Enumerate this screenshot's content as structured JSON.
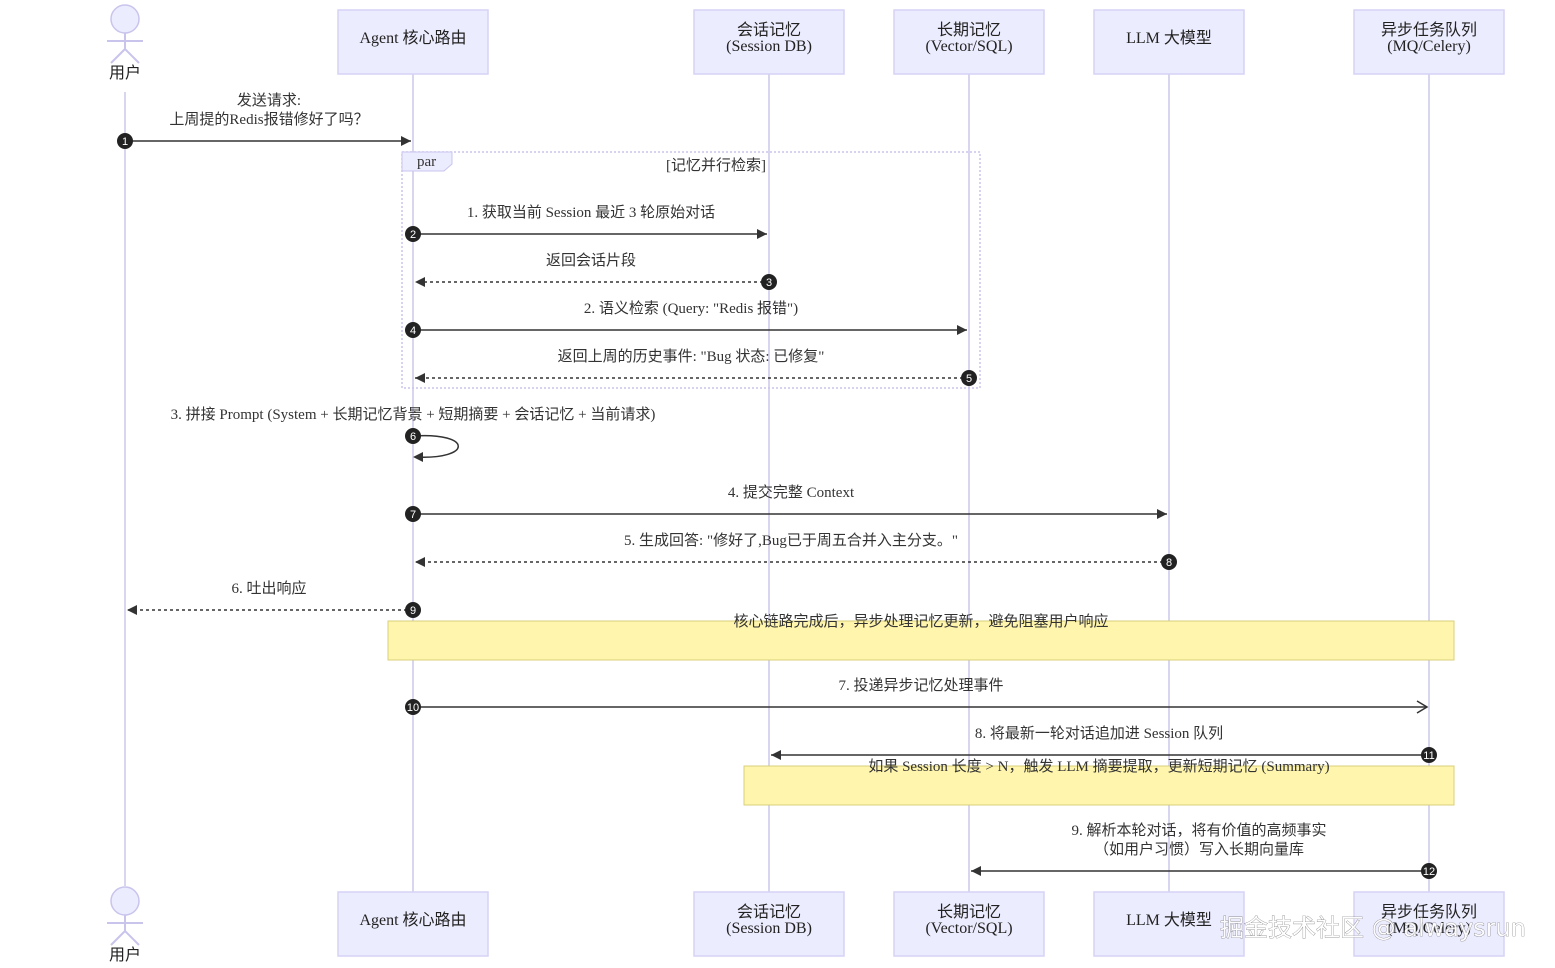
{
  "participants": [
    {
      "id": "user",
      "label": "用户",
      "sublabel": "",
      "kind": "actor"
    },
    {
      "id": "agent",
      "label": "Agent 核心路由",
      "sublabel": "",
      "kind": "box"
    },
    {
      "id": "session",
      "label": "会话记忆",
      "sublabel": "(Session DB)",
      "kind": "box"
    },
    {
      "id": "longterm",
      "label": "长期记忆",
      "sublabel": "(Vector/SQL)",
      "kind": "box"
    },
    {
      "id": "llm",
      "label": "LLM 大模型",
      "sublabel": "",
      "kind": "box"
    },
    {
      "id": "mq",
      "label": "异步任务队列",
      "sublabel": "(MQ/Celery)",
      "kind": "box"
    }
  ],
  "par_block": {
    "tag": "par",
    "label": "[记忆并行检索]"
  },
  "messages": [
    {
      "num": "1",
      "from": "user",
      "to": "agent",
      "style": "solid",
      "lines": [
        "发送请求:",
        "上周提的Redis报错修好了吗？"
      ]
    },
    {
      "num": "2",
      "from": "agent",
      "to": "session",
      "style": "solid",
      "lines": [
        "1. 获取当前 Session 最近 3 轮原始对话"
      ]
    },
    {
      "num": "3",
      "from": "session",
      "to": "agent",
      "style": "dashed",
      "lines": [
        "返回会话片段"
      ]
    },
    {
      "num": "4",
      "from": "agent",
      "to": "longterm",
      "style": "solid",
      "lines": [
        "2. 语义检索 (Query: \"Redis 报错\")"
      ]
    },
    {
      "num": "5",
      "from": "longterm",
      "to": "agent",
      "style": "dashed",
      "lines": [
        "返回上周的历史事件: \"Bug 状态: 已修复\""
      ]
    },
    {
      "num": "6",
      "from": "agent",
      "to": "agent",
      "style": "self",
      "lines": [
        "3. 拼接 Prompt (System + 长期记忆背景 + 短期摘要 + 会话记忆 + 当前请求)"
      ]
    },
    {
      "num": "7",
      "from": "agent",
      "to": "llm",
      "style": "solid",
      "lines": [
        "4. 提交完整 Context"
      ]
    },
    {
      "num": "8",
      "from": "llm",
      "to": "agent",
      "style": "dashed",
      "lines": [
        "5. 生成回答: \"修好了,Bug已于周五合并入主分支。\""
      ]
    },
    {
      "num": "9",
      "from": "agent",
      "to": "user",
      "style": "dashed",
      "lines": [
        "6. 吐出响应"
      ]
    },
    {
      "num": "10",
      "from": "agent",
      "to": "mq",
      "style": "solid",
      "lines": [
        "7. 投递异步记忆处理事件"
      ]
    },
    {
      "num": "11",
      "from": "mq",
      "to": "session",
      "style": "solid",
      "lines": [
        "8. 将最新一轮对话追加进 Session 队列"
      ]
    },
    {
      "num": "12",
      "from": "mq",
      "to": "longterm",
      "style": "solid",
      "lines": [
        "9. 解析本轮对话，将有价值的高频事实",
        "（如用户习惯）写入长期向量库"
      ]
    }
  ],
  "notes": [
    {
      "text": "核心链路完成后，异步处理记忆更新，避免阻塞用户响应"
    },
    {
      "text": "如果 Session 长度 > N，触发 LLM 摘要提取，更新短期记忆 (Summary)"
    }
  ],
  "watermark": "掘金技术社区 @ alwaysrun"
}
